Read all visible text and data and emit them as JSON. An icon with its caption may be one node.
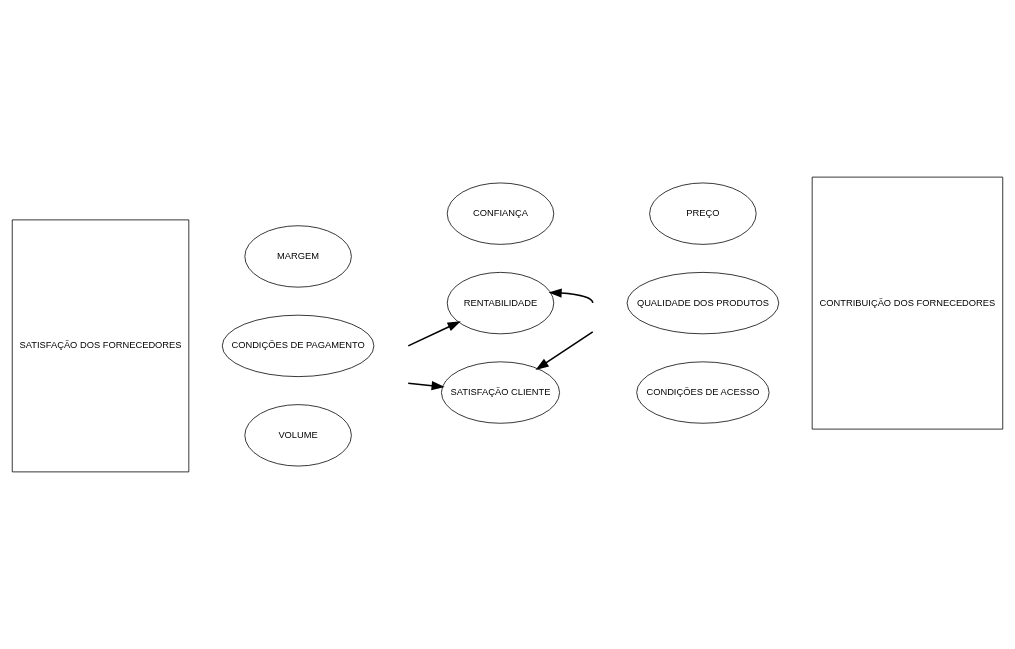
{
  "diagram": {
    "nodes": [
      {
        "text": [
          "SATISFAÇÃO DOS FORNECEDORES"
        ]
      },
      {
        "text": [
          "MARGEM"
        ]
      },
      {
        "text": [
          "CONDIÇÕES DE PAGAMENTO"
        ]
      },
      {
        "text": [
          "VOLUME"
        ]
      },
      {
        "text": [
          "CONFIANÇA"
        ]
      },
      {
        "text": [
          "RENTABILIDADE"
        ]
      },
      {
        "text": [
          "SATISFAÇÃO CLIENTE"
        ]
      },
      {
        "text": [
          "PREÇO"
        ]
      },
      {
        "text": [
          "QUALIDADE DOS PRODUTOS"
        ]
      },
      {
        "text": [
          "CONDIÇÕES DE ACESSO"
        ]
      },
      {
        "text": [
          "CONTRIBUIÇÃO DOS FORNECEDORES"
        ]
      }
    ],
    "edges": [
      {
        "from": null,
        "to": 5,
        "arrow": "to"
      },
      {
        "from": null,
        "to": 6,
        "arrow": "to"
      },
      {
        "from": null,
        "to": 5,
        "arrow": "to"
      },
      {
        "from": null,
        "to": 6,
        "arrow": "to"
      }
    ]
  }
}
